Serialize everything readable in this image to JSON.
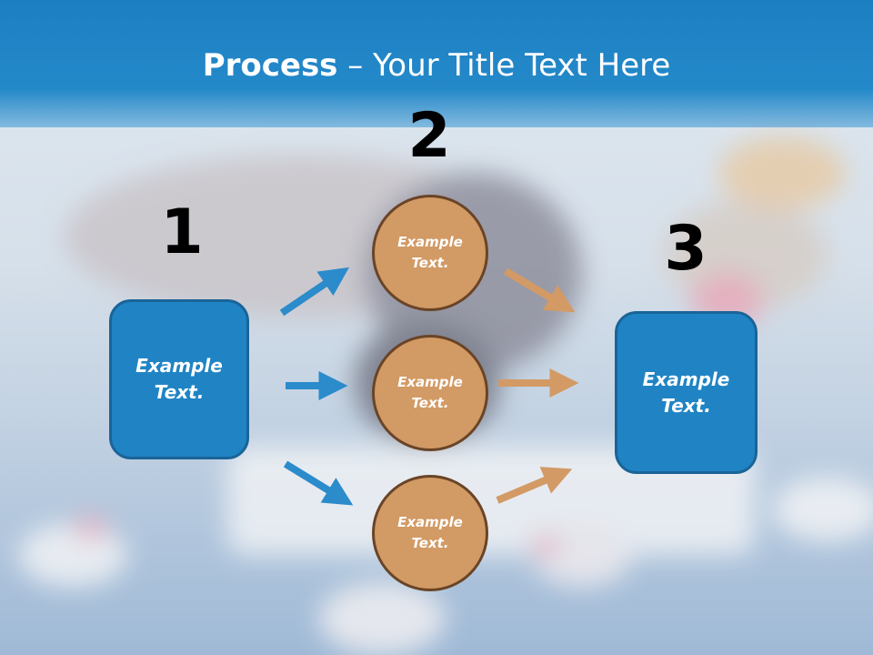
{
  "title": {
    "bold": "Process",
    "rest": " – Your Title Text Here"
  },
  "steps": [
    {
      "number": "1",
      "text": "Example Text."
    },
    {
      "number": "2",
      "items": [
        "Example Text.",
        "Example Text.",
        "Example Text."
      ]
    },
    {
      "number": "3",
      "text": "Example Text."
    }
  ],
  "colors": {
    "header": "#2087c8",
    "box": "#2084c4",
    "circle": "#d29a64",
    "blue_arrow": "#2b8bcb",
    "orange_arrow": "#d39a65"
  }
}
